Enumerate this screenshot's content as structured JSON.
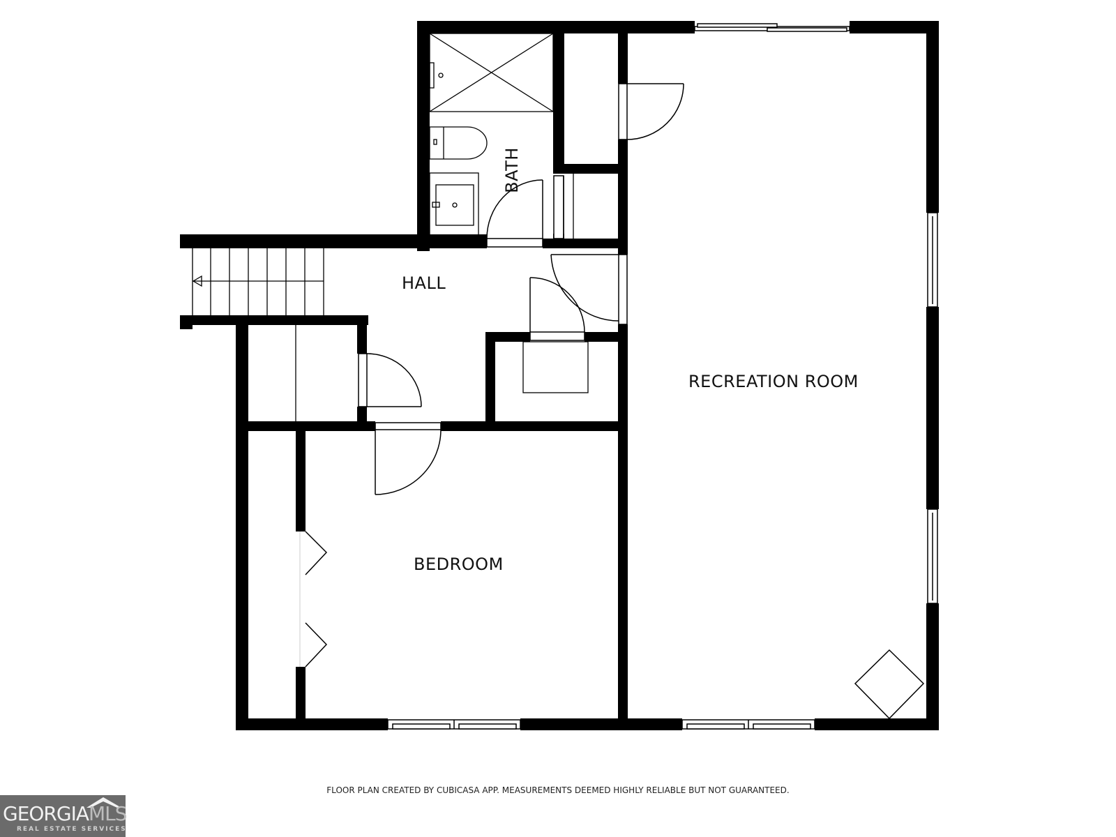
{
  "rooms": {
    "bath": "BATH",
    "hall": "HALL",
    "recreation_room": "RECREATION ROOM",
    "bedroom": "BEDROOM"
  },
  "footer": {
    "disclaimer": "FLOOR PLAN CREATED BY CUBICASA APP. MEASUREMENTS DEEMED HIGHLY RELIABLE BUT NOT GUARANTEED."
  },
  "logo": {
    "brand_main": "GEORGIA",
    "brand_accent": "MLS",
    "tagline": "REAL ESTATE SERVICES"
  },
  "colors": {
    "wall": "#000000",
    "background": "#ffffff",
    "logo_bg": "#6b6b6b"
  },
  "fixtures": {
    "stairs": "stairs-down-arrow-icon",
    "shower": "shower-icon",
    "toilet": "toilet-icon",
    "sink": "sink-icon",
    "fireplace": "fireplace-icon"
  }
}
